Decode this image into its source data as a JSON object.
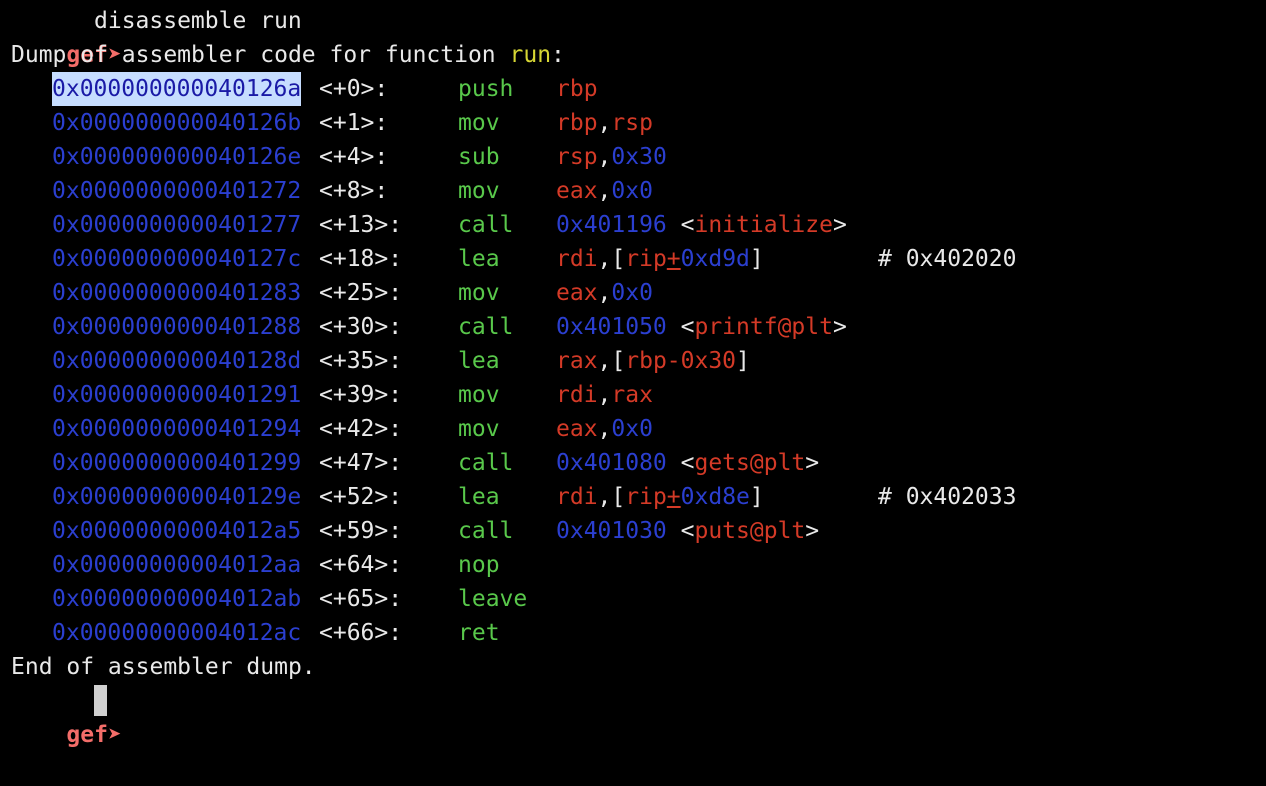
{
  "prompt": {
    "label": "gef➤",
    "command": "disassemble run"
  },
  "header": {
    "prefix": "Dump of assembler code for function ",
    "function_name": "run",
    "suffix": ":"
  },
  "instructions": [
    {
      "addr": "0x000000000040126a",
      "offset": "<+0>:",
      "mnemonic": "push",
      "operands": [
        {
          "t": "reg",
          "v": "rbp"
        }
      ],
      "selected": true
    },
    {
      "addr": "0x000000000040126b",
      "offset": "<+1>:",
      "mnemonic": "mov",
      "operands": [
        {
          "t": "reg",
          "v": "rbp"
        },
        {
          "t": "pl",
          "v": ","
        },
        {
          "t": "reg",
          "v": "rsp"
        }
      ]
    },
    {
      "addr": "0x000000000040126e",
      "offset": "<+4>:",
      "mnemonic": "sub",
      "operands": [
        {
          "t": "reg",
          "v": "rsp"
        },
        {
          "t": "pl",
          "v": ","
        },
        {
          "t": "num",
          "v": "0x30"
        }
      ]
    },
    {
      "addr": "0x0000000000401272",
      "offset": "<+8>:",
      "mnemonic": "mov",
      "operands": [
        {
          "t": "reg",
          "v": "eax"
        },
        {
          "t": "pl",
          "v": ","
        },
        {
          "t": "num",
          "v": "0x0"
        }
      ]
    },
    {
      "addr": "0x0000000000401277",
      "offset": "<+13>:",
      "mnemonic": "call",
      "operands": [
        {
          "t": "num",
          "v": "0x401196"
        },
        {
          "t": "pl",
          "v": " <"
        },
        {
          "t": "sym",
          "v": "initialize"
        },
        {
          "t": "pl",
          "v": ">"
        }
      ]
    },
    {
      "addr": "0x000000000040127c",
      "offset": "<+18>:",
      "mnemonic": "lea",
      "operands": [
        {
          "t": "reg",
          "v": "rdi"
        },
        {
          "t": "pl",
          "v": ",["
        },
        {
          "t": "reg",
          "v": "rip"
        },
        {
          "t": "regul",
          "v": "+"
        },
        {
          "t": "num",
          "v": "0xd9d"
        },
        {
          "t": "pl",
          "v": "]"
        }
      ],
      "comment": "# 0x402020"
    },
    {
      "addr": "0x0000000000401283",
      "offset": "<+25>:",
      "mnemonic": "mov",
      "operands": [
        {
          "t": "reg",
          "v": "eax"
        },
        {
          "t": "pl",
          "v": ","
        },
        {
          "t": "num",
          "v": "0x0"
        }
      ]
    },
    {
      "addr": "0x0000000000401288",
      "offset": "<+30>:",
      "mnemonic": "call",
      "operands": [
        {
          "t": "num",
          "v": "0x401050"
        },
        {
          "t": "pl",
          "v": " <"
        },
        {
          "t": "sym",
          "v": "printf@plt"
        },
        {
          "t": "pl",
          "v": ">"
        }
      ]
    },
    {
      "addr": "0x000000000040128d",
      "offset": "<+35>:",
      "mnemonic": "lea",
      "operands": [
        {
          "t": "reg",
          "v": "rax"
        },
        {
          "t": "pl",
          "v": ",["
        },
        {
          "t": "reg",
          "v": "rbp-0x30"
        },
        {
          "t": "pl",
          "v": "]"
        }
      ]
    },
    {
      "addr": "0x0000000000401291",
      "offset": "<+39>:",
      "mnemonic": "mov",
      "operands": [
        {
          "t": "reg",
          "v": "rdi"
        },
        {
          "t": "pl",
          "v": ","
        },
        {
          "t": "reg",
          "v": "rax"
        }
      ]
    },
    {
      "addr": "0x0000000000401294",
      "offset": "<+42>:",
      "mnemonic": "mov",
      "operands": [
        {
          "t": "reg",
          "v": "eax"
        },
        {
          "t": "pl",
          "v": ","
        },
        {
          "t": "num",
          "v": "0x0"
        }
      ]
    },
    {
      "addr": "0x0000000000401299",
      "offset": "<+47>:",
      "mnemonic": "call",
      "operands": [
        {
          "t": "num",
          "v": "0x401080"
        },
        {
          "t": "pl",
          "v": " <"
        },
        {
          "t": "sym",
          "v": "gets@plt"
        },
        {
          "t": "pl",
          "v": ">"
        }
      ]
    },
    {
      "addr": "0x000000000040129e",
      "offset": "<+52>:",
      "mnemonic": "lea",
      "operands": [
        {
          "t": "reg",
          "v": "rdi"
        },
        {
          "t": "pl",
          "v": ",["
        },
        {
          "t": "reg",
          "v": "rip"
        },
        {
          "t": "regul",
          "v": "+"
        },
        {
          "t": "num",
          "v": "0xd8e"
        },
        {
          "t": "pl",
          "v": "]"
        }
      ],
      "comment": "# 0x402033"
    },
    {
      "addr": "0x00000000004012a5",
      "offset": "<+59>:",
      "mnemonic": "call",
      "operands": [
        {
          "t": "num",
          "v": "0x401030"
        },
        {
          "t": "pl",
          "v": " <"
        },
        {
          "t": "sym",
          "v": "puts@plt"
        },
        {
          "t": "pl",
          "v": ">"
        }
      ]
    },
    {
      "addr": "0x00000000004012aa",
      "offset": "<+64>:",
      "mnemonic": "nop",
      "operands": []
    },
    {
      "addr": "0x00000000004012ab",
      "offset": "<+65>:",
      "mnemonic": "leave",
      "operands": []
    },
    {
      "addr": "0x00000000004012ac",
      "offset": "<+66>:",
      "mnemonic": "ret",
      "operands": []
    }
  ],
  "footer": "End of assembler dump.",
  "final_prompt": {
    "label": "gef➤"
  },
  "colors": {
    "background": "#000000",
    "prompt": "#f36d69",
    "address": "#2b3fd0",
    "mnemonic": "#59c84b",
    "register": "#d43a27",
    "function_name": "#d7d734",
    "text": "#e9e9e9",
    "selection": "#c6ddff"
  }
}
